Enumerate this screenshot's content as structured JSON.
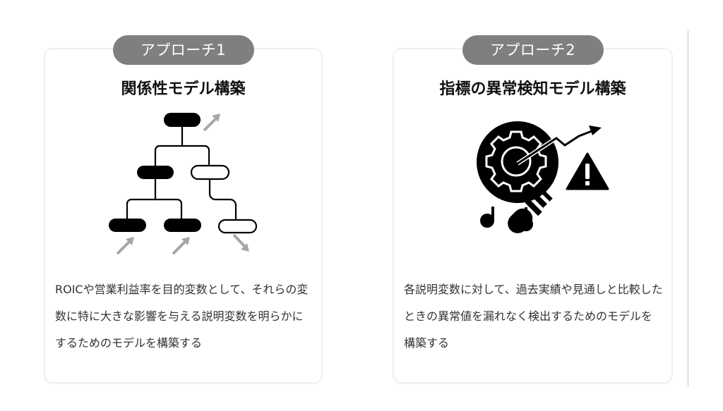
{
  "approaches": [
    {
      "badge": "アプローチ1",
      "title": "関係性モデル構築",
      "icon": "hierarchy-tree-icon",
      "description": "ROICや営業利益率を目的変数として、それらの変数に特に大きな影響を与える説明変数を明らかにするためのモデルを構築する"
    },
    {
      "badge": "アプローチ2",
      "title": "指標の異常検知モデル構築",
      "icon": "anomaly-detection-icon",
      "description": "各説明変数に対して、過去実績や見通しと比較したときの異常値を漏れなく検出するためのモデルを構築する"
    }
  ],
  "colors": {
    "badge_bg": "#7f7f7f",
    "arrow_gray": "#a6a6a6",
    "divider": "#c4c4c4"
  }
}
